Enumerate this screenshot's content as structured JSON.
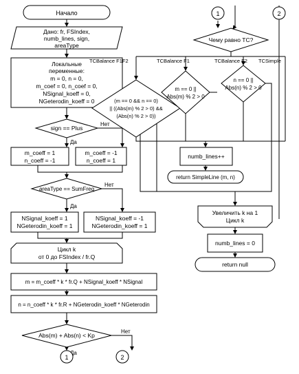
{
  "start": {
    "label": "Начало"
  },
  "input": {
    "lines": [
      "Дано: fr, FSIndex,",
      "numb_lines, sign,",
      "areaType"
    ]
  },
  "locals": {
    "lines": [
      "Локальные",
      "переменные:",
      "m = 0, n = 0,",
      "m_coef = 0, n_coef = 0,",
      "NSignal_koeff = 0,",
      "NGeterodin_koeff = 0"
    ]
  },
  "sign_cond": {
    "label": "sign == Plus",
    "yes": "Да",
    "no": "Нет"
  },
  "sign_yes": {
    "lines": [
      "m_coeff = 1",
      "n_coeff = -1"
    ]
  },
  "sign_no": {
    "lines": [
      "m_coeff = -1",
      "n_coeff = 1"
    ]
  },
  "area_cond": {
    "label": "areaType == SumFreq",
    "yes": "Да",
    "no": "Нет"
  },
  "area_yes": {
    "lines": [
      "NSignal_koeff = 1",
      "NGeterodin_koeff = 1"
    ]
  },
  "area_no": {
    "lines": [
      "NSignal_koeff = -1",
      "NGeterodin_koeff = 1"
    ]
  },
  "loop": {
    "lines": [
      "Цикл k",
      "от 0 до FSIndex / fr.Q"
    ]
  },
  "m_assign": {
    "label": "m = m_coeff * k * fr.Q + NSignal_koeff * NSignal"
  },
  "n_assign": {
    "label": "n = n_coeff * k * fr.R + NGeterodin_koeff * NGeterodin"
  },
  "abs_cond": {
    "label": "Abs(m) + Abs(n) < Kp",
    "yes": "Да",
    "no": "Нет"
  },
  "connectors": {
    "one": "1",
    "two": "2"
  },
  "tc_switch": {
    "label": "Чему равно TC?"
  },
  "cases": {
    "f1f2": "TCBalance F1F2",
    "f1": "TCBalance F1",
    "f2": "TCBalance F2",
    "simple": "TCSimple"
  },
  "cond_f1f2": {
    "lines": [
      "(m == 0 && n == 0)",
      "|| ((Abs(m) % 2 > 0) &&",
      "(Abs(n) % 2 > 0))"
    ]
  },
  "cond_f1": {
    "lines": [
      "m == 0 ||",
      "Abs(m) % 2 > 0"
    ]
  },
  "cond_f2": {
    "lines": [
      "n == 0 ||",
      "Abs(n) % 2 > 0"
    ]
  },
  "numb_inc": {
    "label": "numb_lines++"
  },
  "return_simple": {
    "label": "return SimpleLine (m, n)"
  },
  "loop_end": {
    "lines": [
      "Увеличить k на 1",
      "Цикл k"
    ]
  },
  "numb_reset": {
    "label": "numb_lines = 0"
  },
  "return_null": {
    "label": "return null"
  }
}
